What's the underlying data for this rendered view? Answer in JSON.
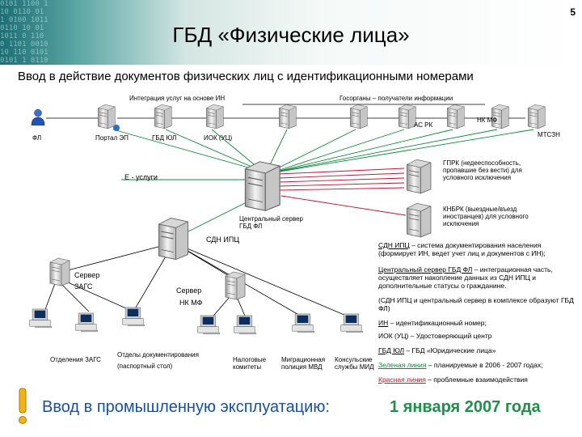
{
  "page_number": "5",
  "title": "ГБД «Физические лица»",
  "subtitle": "Ввод в действие документов физических лиц с идентификационными номерами",
  "labels": {
    "integration": "Интеграция услуг на основе ИН",
    "gov_recipients": "Госорганы – получатели информации",
    "fl": "ФЛ",
    "portal": "Портал ЭП",
    "gbd_yul": "ГБД ЮЛ",
    "iok": "ИОК (УЦ)",
    "as_rk": "АС РК",
    "nk_mf": "НК МФ",
    "mtszn": "МТСЗН",
    "gprk": "ГПРК (недееспособность, пропавшие без вести) для условного исключения",
    "e_services": "Е - услуги",
    "knbrk": "КНБРК (выездные/въезд иностранцев) для условного исключения",
    "central_server": "Центральный сервер ГБД ФЛ",
    "sdn_ipc": "СДН ИПЦ",
    "zags_server_1": "Сервер",
    "zags_server_2": "ЗАГС",
    "nkmf_server_1": "Сервер",
    "nkmf_server_2": "НК МФ",
    "ws_zags": "Отделения ЗАГС",
    "ws_docs": "Отделы документирования (паспортный стол)",
    "ws_tax": "Налоговые комитеты",
    "ws_migr": "Миграционная полиция МВД",
    "ws_consul": "Консульские службы МИД"
  },
  "notes": {
    "n1_term": "СДН ИПЦ",
    "n1_text": " – система документирования населения (формирует ИН, ведет учет лиц и документов с ИН);",
    "n2_term": "Центральный сервер ГБД ФЛ",
    "n2_text": " – интеграционная часть, осуществляет накопление данных из СДН ИПЦ и дополнительные статусы о гражданине.",
    "n3": "(СДН ИПЦ и центральный сервер в комплексе образуют ГБД ФЛ)",
    "n4_term": "ИН",
    "n4_text": " – идентификационный номер;",
    "n5": "ИОК (УЦ) – Удостоверяющий центр",
    "n6_term": "ГБД ЮЛ",
    "n6_text": " – ГБД «Юридические лица»",
    "n7_term": "Зеленая линия",
    "n7_text": " – планируемые в 2006 - 2007 годах;",
    "n8_term": "Красная линия",
    "n8_text": " – проблемные взаимодействия"
  },
  "bottom": {
    "left": "Ввод в промышленную эксплуатацию:",
    "right": "1 января 2007 года"
  },
  "colors": {
    "green_line": "#0b8a3a",
    "red_line": "#c8102e",
    "header": "#1a6e74",
    "date": "#1f8f4a"
  }
}
